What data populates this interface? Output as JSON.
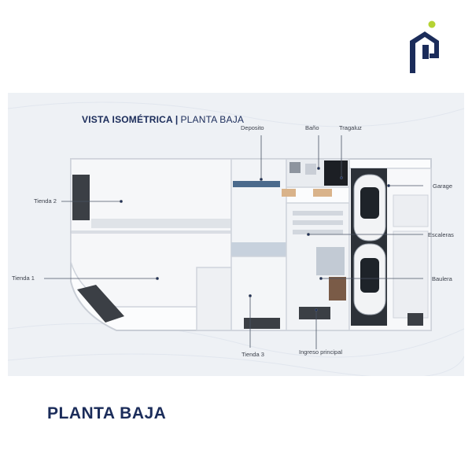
{
  "brand": {
    "logo_icon": "house-p-logo-icon",
    "primary": "#1b2c5a",
    "accent": "#b5d333"
  },
  "plan": {
    "heading_bold": "VISTA ISOMÉTRICA",
    "heading_separator": "|",
    "heading_light": "PLANTA BAJA",
    "labels": {
      "deposito": "Deposito",
      "bano": "Baño",
      "tragaluz": "Tragaluz",
      "tienda2": "Tienda 2",
      "tienda1": "Tienda 1",
      "garage": "Garage",
      "escaleras": "Escaleras",
      "baulera": "Baulera",
      "tienda3": "Tienda 3",
      "ingreso": "Ingreso principal"
    }
  },
  "footer": {
    "title": "PLANTA BAJA"
  }
}
